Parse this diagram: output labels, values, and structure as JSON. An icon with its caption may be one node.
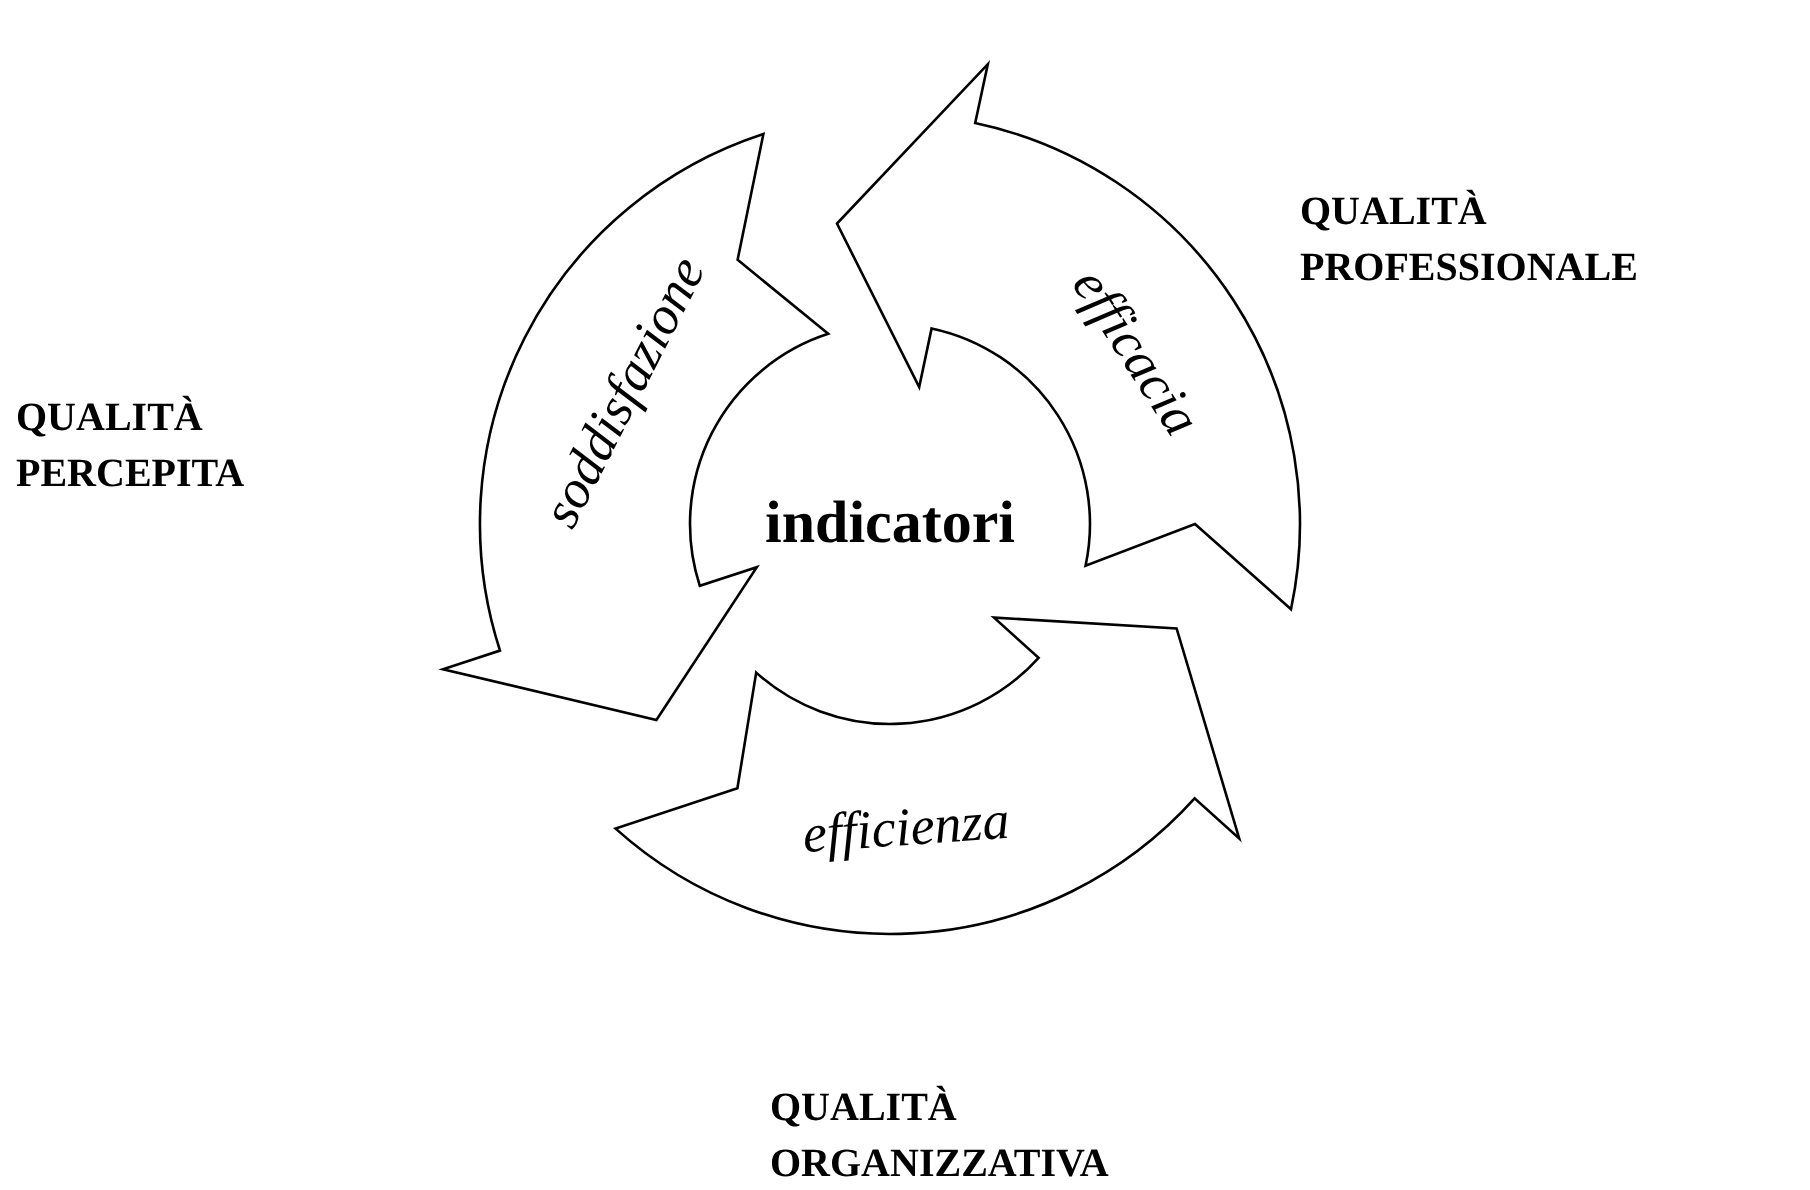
{
  "diagram": {
    "nodes": [
      {
        "text": [
          "efficacia"
        ]
      },
      {
        "text": [
          "soddisfazione"
        ]
      },
      {
        "text": [
          "efficienza"
        ]
      }
    ],
    "labels": [
      "QUALITÀ PROFESSIONALE",
      "QUALITÀ PERCEPITA",
      "indicatori",
      "QUALITÀ ORGANIZZATIVA"
    ]
  }
}
